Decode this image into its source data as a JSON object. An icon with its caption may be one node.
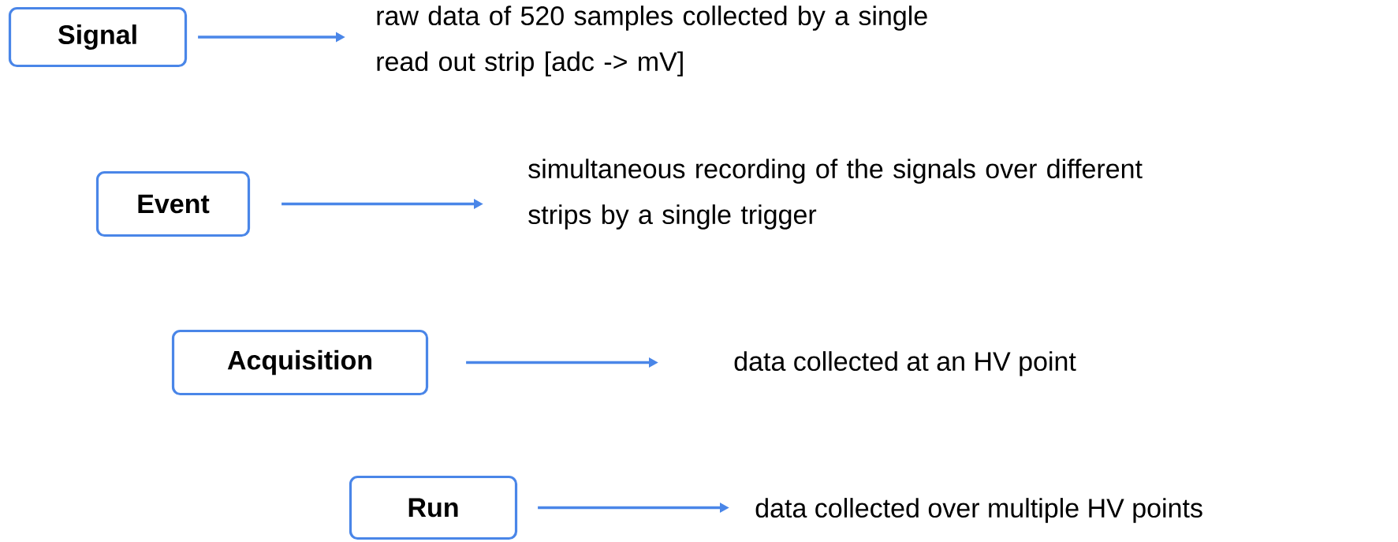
{
  "diagram": {
    "nodes": [
      {
        "text": [
          "Signal"
        ]
      },
      {
        "text": [
          "raw data of 520 samples collected by a single read out strip [adc -> mV]"
        ]
      },
      {
        "text": [
          "Event"
        ]
      },
      {
        "text": [
          "simultaneous recording of the signals over different strips  by a single trigger"
        ]
      },
      {
        "text": [
          "Acquisition"
        ]
      },
      {
        "text": [
          "data collected at an HV point"
        ]
      },
      {
        "text": [
          "Run"
        ]
      },
      {
        "text": [
          "data collected over multiple HV points"
        ]
      }
    ],
    "edges": [
      {
        "from": 0,
        "to": 1,
        "arrow": "to"
      },
      {
        "from": 2,
        "to": 3,
        "arrow": "to"
      },
      {
        "from": 4,
        "to": 5,
        "arrow": "to"
      },
      {
        "from": 6,
        "to": 7,
        "arrow": "to"
      }
    ]
  }
}
